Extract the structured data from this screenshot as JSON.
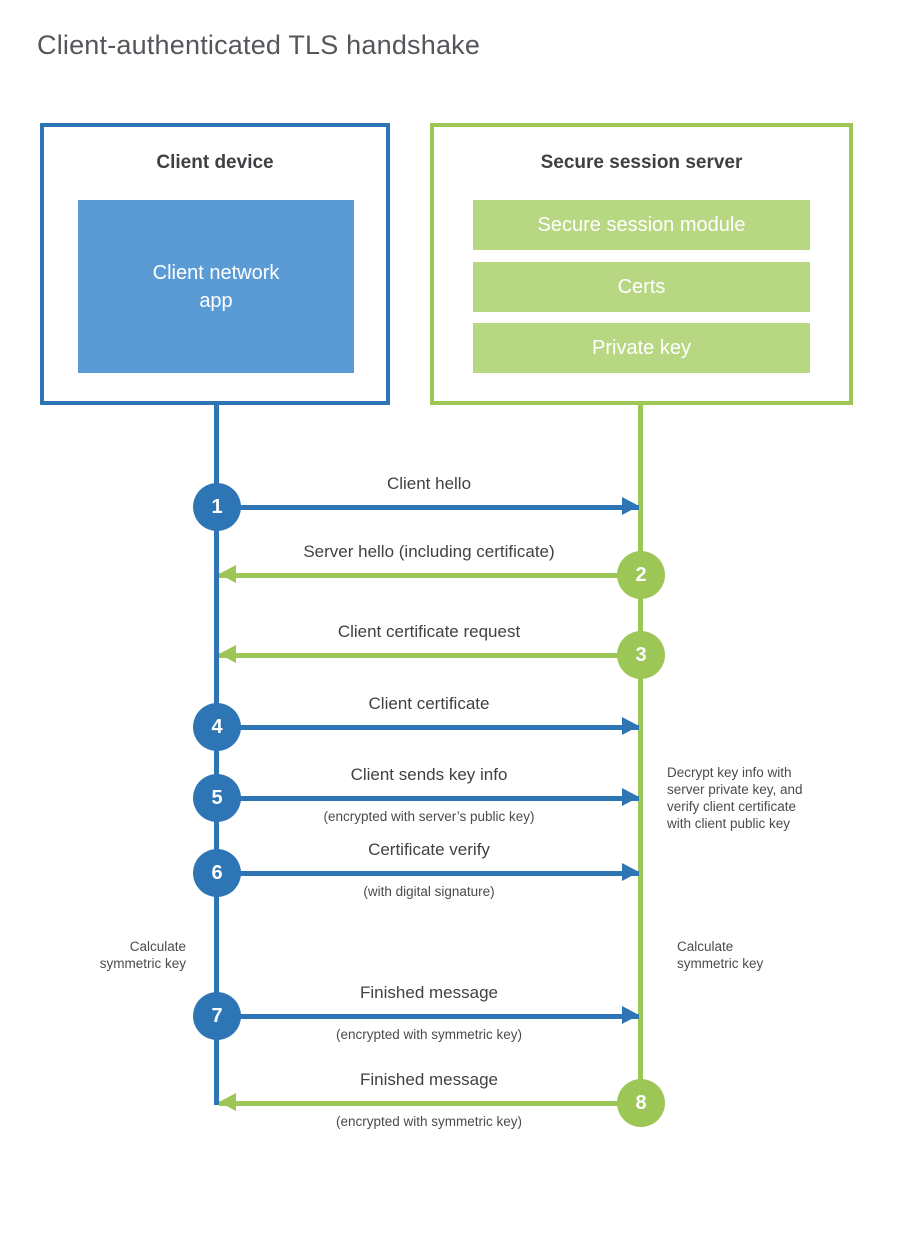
{
  "title": "Client-authenticated TLS handshake",
  "colors": {
    "blue": "#2e75b6",
    "light_blue": "#5b9bd5",
    "green": "#9cc655",
    "light_green": "#b8d783",
    "text_dark": "#3f4043",
    "text_gray": "#4a4b4d"
  },
  "client_box": {
    "title": "Client device",
    "module": "Client network\napp"
  },
  "server_box": {
    "title": "Secure session server",
    "modules": [
      "Secure session module",
      "Certs",
      "Private key"
    ]
  },
  "steps": [
    {
      "number": "1",
      "from": "client",
      "label": "Client hello",
      "sublabel": ""
    },
    {
      "number": "2",
      "from": "server",
      "label": "Server hello (including certificate)",
      "sublabel": ""
    },
    {
      "number": "3",
      "from": "server",
      "label": "Client certificate request",
      "sublabel": ""
    },
    {
      "number": "4",
      "from": "client",
      "label": "Client certificate",
      "sublabel": ""
    },
    {
      "number": "5",
      "from": "client",
      "label": "Client sends key info",
      "sublabel": "(encrypted with server’s public key)"
    },
    {
      "number": "6",
      "from": "client",
      "label": "Certificate verify",
      "sublabel": "(with digital signature)"
    },
    {
      "number": "7",
      "from": "client",
      "label": "Finished message",
      "sublabel": "(encrypted with symmetric key)"
    },
    {
      "number": "8",
      "from": "server",
      "label": "Finished message",
      "sublabel": "(encrypted with symmetric key)"
    }
  ],
  "annotations": {
    "decrypt_note": "Decrypt key info with\nserver private key, and\nverify client certificate\nwith client public key",
    "calc_left": "Calculate\nsymmetric key",
    "calc_right": "Calculate\nsymmetric key"
  }
}
